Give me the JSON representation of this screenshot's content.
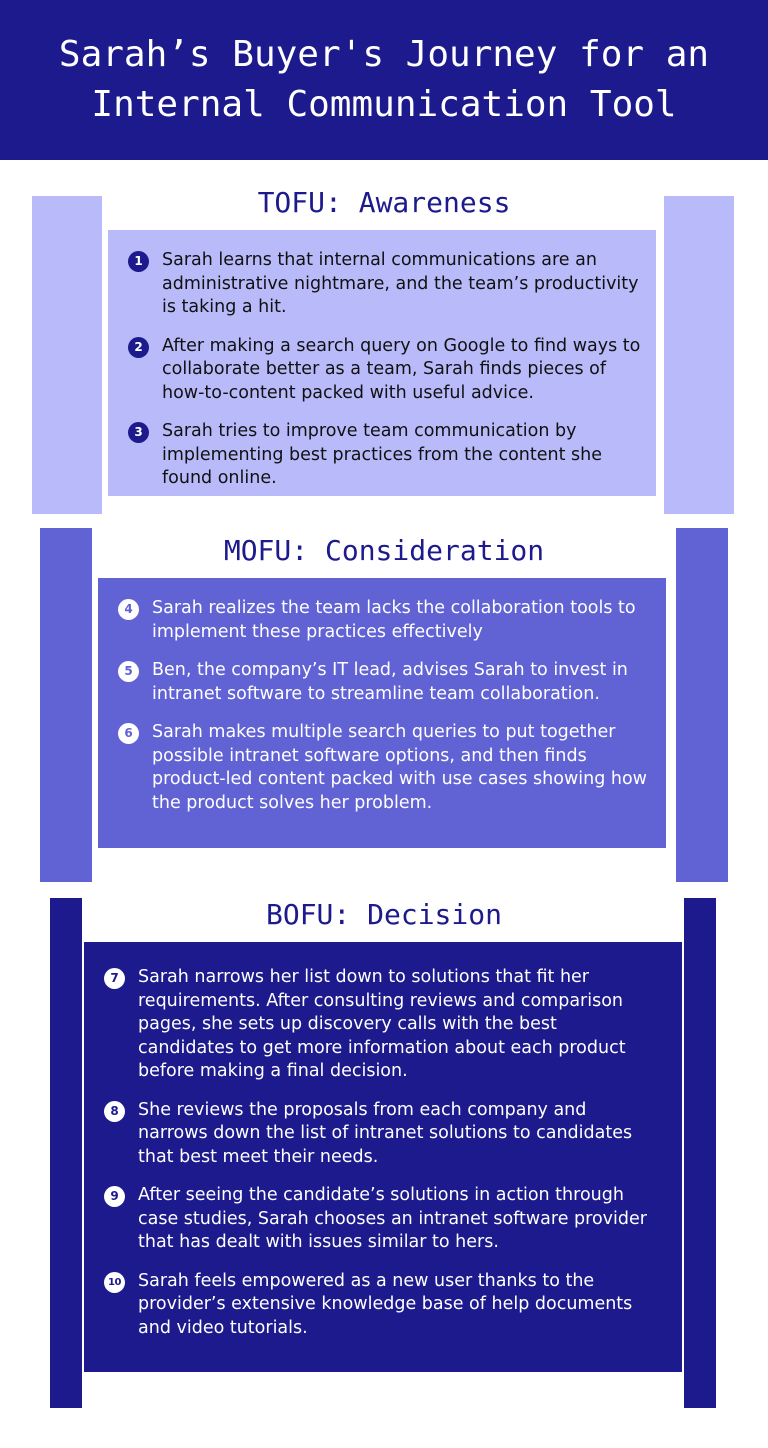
{
  "header": {
    "title_line1": "Sarah’s Buyer's Journey for an",
    "title_line2": "Internal Communication Tool"
  },
  "colors": {
    "header_bg": "#1c1a8c",
    "tofu": "#b8baf9",
    "mofu": "#6163d5",
    "bofu": "#1c1a8c"
  },
  "tofu": {
    "title": "TOFU: Awareness",
    "items": [
      {
        "num": "1",
        "text": "Sarah learns that internal communications are an administrative nightmare, and the team’s productivity is taking a hit."
      },
      {
        "num": "2",
        "text": "After making a search query on Google to find ways to collaborate better as a team, Sarah finds pieces of how-to-content packed with useful advice."
      },
      {
        "num": "3",
        "text": "Sarah tries to improve team communication by implementing best practices from the content she found online."
      }
    ]
  },
  "mofu": {
    "title": "MOFU: Consideration",
    "items": [
      {
        "num": "4",
        "text": "Sarah realizes the team lacks the collaboration tools to implement these practices effectively"
      },
      {
        "num": "5",
        "text": "Ben, the company’s IT lead, advises Sarah to invest in intranet software to streamline team collaboration."
      },
      {
        "num": "6",
        "text": "Sarah makes multiple search queries to put together possible intranet software options, and then finds product-led content packed with use cases showing how the product solves her problem."
      }
    ]
  },
  "bofu": {
    "title": "BOFU: Decision",
    "items": [
      {
        "num": "7",
        "text": "Sarah narrows her list down to solutions that fit her requirements. After consulting reviews and comparison pages, she sets up discovery calls with the best candidates to get more information about each product before making a final decision."
      },
      {
        "num": "8",
        "text": "She reviews the proposals from each company and narrows down the list of intranet solutions to candidates that best meet their needs."
      },
      {
        "num": "9",
        "text": "After seeing the candidate’s solutions in action through case studies, Sarah chooses an intranet software provider that has dealt with issues similar to hers."
      },
      {
        "num": "10",
        "text": "Sarah feels empowered as a new user thanks to the provider’s extensive knowledge base of help documents and video tutorials."
      }
    ]
  }
}
